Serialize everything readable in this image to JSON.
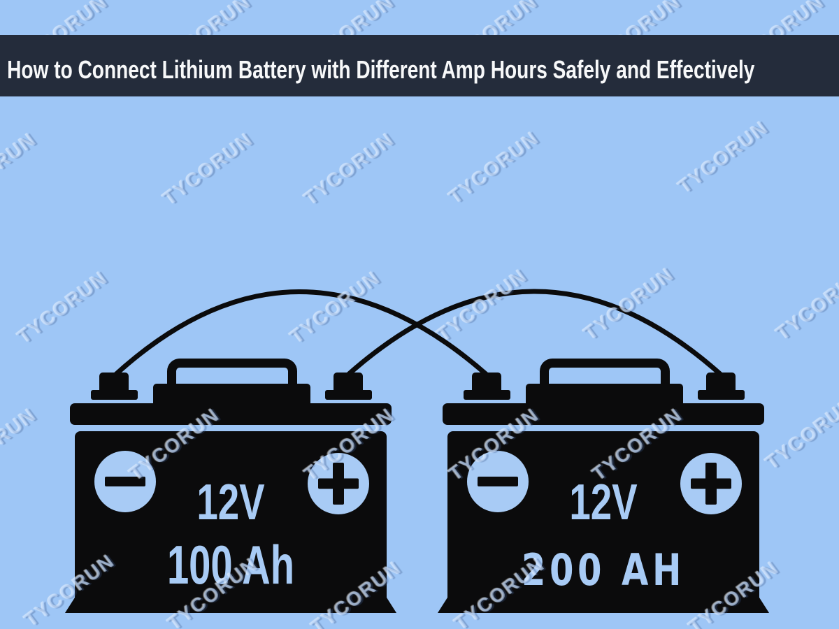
{
  "header": {
    "title": "How to Connect Lithium Battery with Different Amp Hours Safely and Effectively"
  },
  "watermark": {
    "text": "TYCORUN"
  },
  "batteries": [
    {
      "name": "left-battery",
      "voltage": "12V",
      "capacity": "100 Ah",
      "negative_symbol": "−",
      "positive_symbol": "+"
    },
    {
      "name": "right-battery",
      "voltage": "12V",
      "capacity": "200 AH",
      "negative_symbol": "−",
      "positive_symbol": "+"
    }
  ],
  "colors": {
    "background": "#9ec6f6",
    "header_bg": "#242c3b",
    "header_text": "#f7f8f9",
    "ink": "#0b0b0c",
    "label": "#a8cbf5"
  }
}
